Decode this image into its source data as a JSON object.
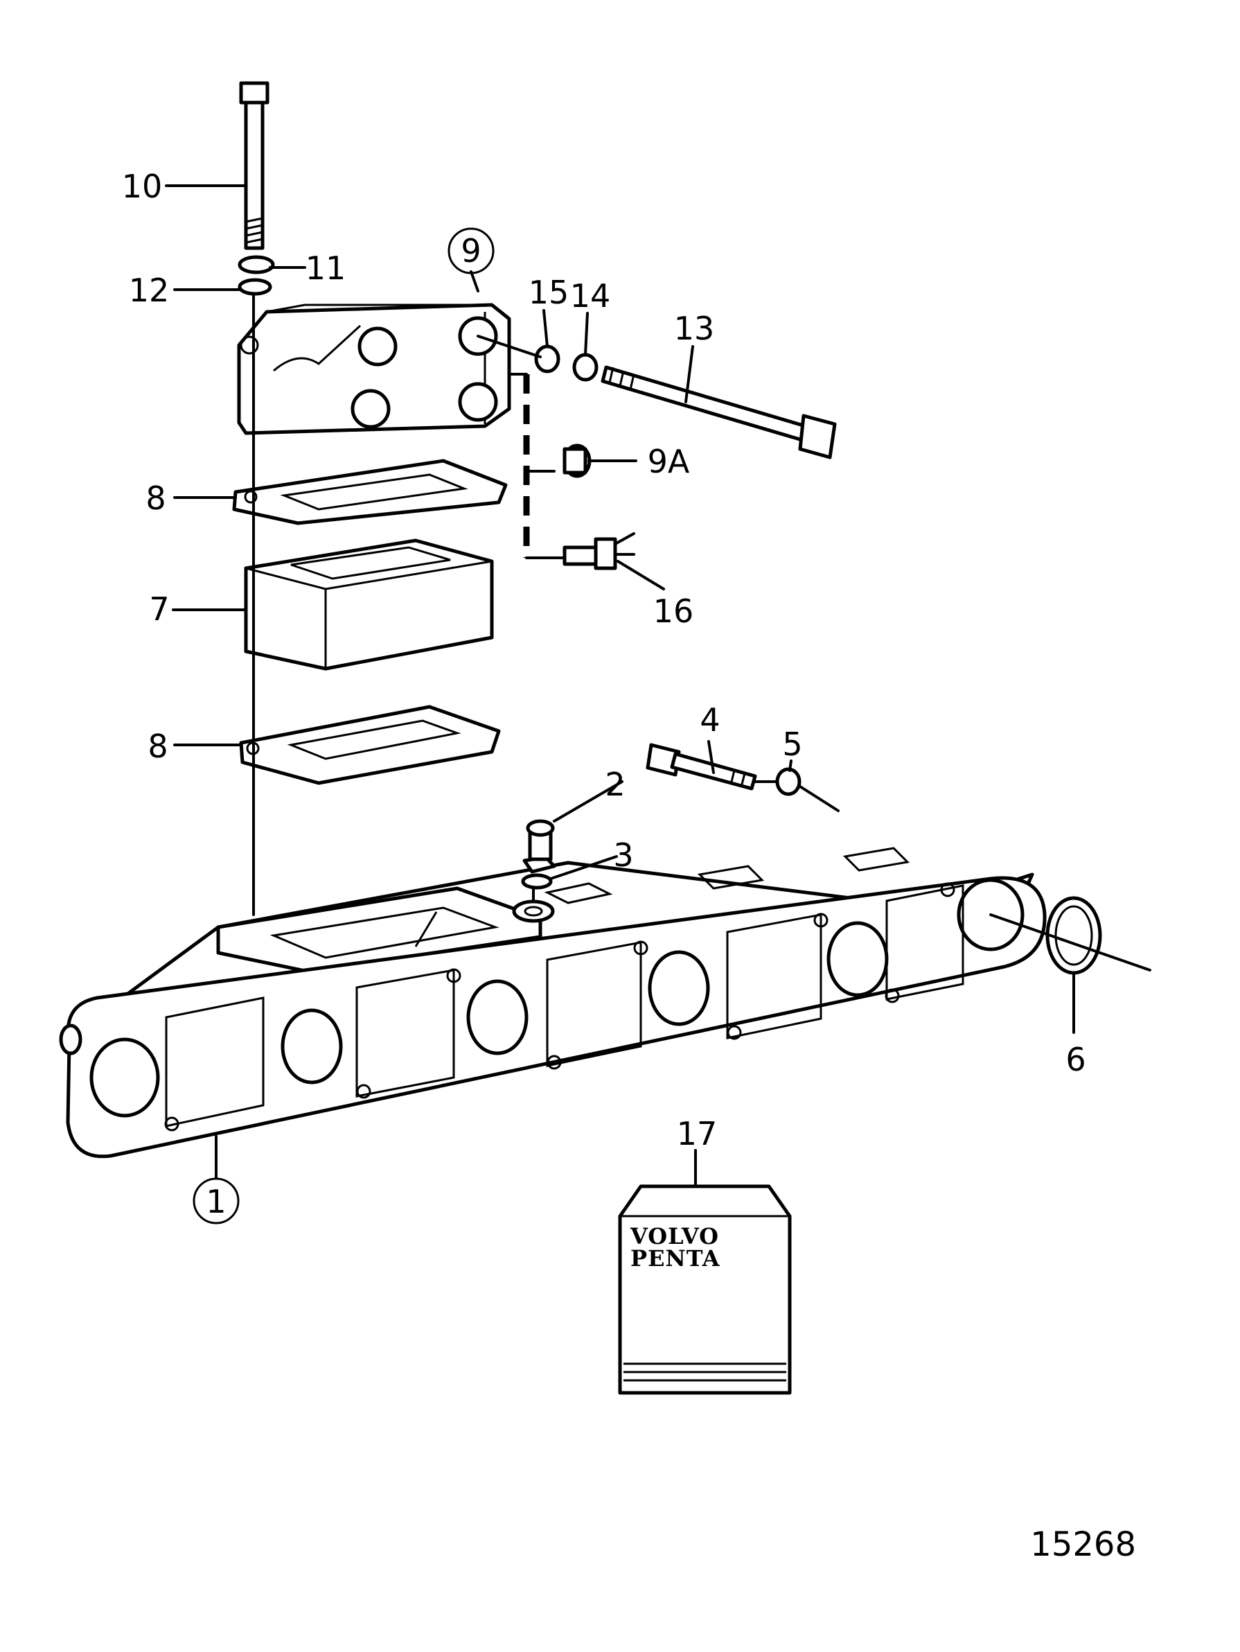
{
  "figure_number": "15268",
  "brand_box": {
    "line1": "VOLVO",
    "line2": "PENTA"
  },
  "callouts": [
    {
      "id": "c1",
      "text": "1",
      "circled": true
    },
    {
      "id": "c2",
      "text": "2",
      "circled": false
    },
    {
      "id": "c3",
      "text": "3",
      "circled": false
    },
    {
      "id": "c4",
      "text": "4",
      "circled": false
    },
    {
      "id": "c5",
      "text": "5",
      "circled": false
    },
    {
      "id": "c6",
      "text": "6",
      "circled": false
    },
    {
      "id": "c7",
      "text": "7",
      "circled": false
    },
    {
      "id": "c8a",
      "text": "8",
      "circled": false
    },
    {
      "id": "c8b",
      "text": "8",
      "circled": false
    },
    {
      "id": "c9",
      "text": "9",
      "circled": true
    },
    {
      "id": "c9a",
      "text": "9A",
      "circled": false
    },
    {
      "id": "c10",
      "text": "10",
      "circled": false
    },
    {
      "id": "c11",
      "text": "11",
      "circled": false
    },
    {
      "id": "c12",
      "text": "12",
      "circled": false
    },
    {
      "id": "c13",
      "text": "13",
      "circled": false
    },
    {
      "id": "c14",
      "text": "14",
      "circled": false
    },
    {
      "id": "c15",
      "text": "15",
      "circled": false
    },
    {
      "id": "c16",
      "text": "16",
      "circled": false
    },
    {
      "id": "c17",
      "text": "17",
      "circled": false
    }
  ]
}
